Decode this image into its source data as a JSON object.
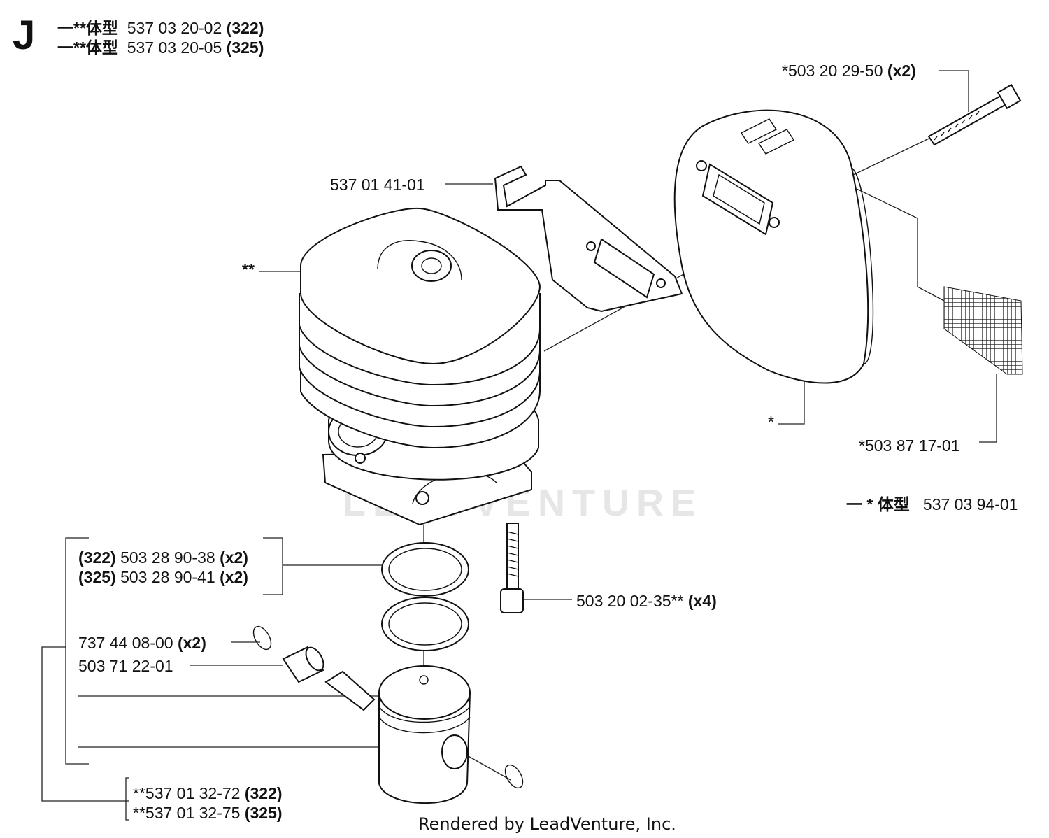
{
  "section_letter": "J",
  "header": {
    "row1": {
      "prefix": "一**体型",
      "part": "537 03 20-02",
      "model": "(322)"
    },
    "row2": {
      "prefix": "一**体型",
      "part": "537 03 20-05",
      "model": "(325)"
    }
  },
  "callouts": {
    "bolt_top": {
      "part": "*503 20 29-50",
      "qty": "(x2)"
    },
    "bracket": {
      "part": "537 01 41-01"
    },
    "cylinder_mark": {
      "text": "**"
    },
    "muffler_mark": {
      "text": "*"
    },
    "screen": {
      "part": "*503 87 17-01"
    },
    "muffler_kit": {
      "prefix": "一 * 体型",
      "part": "537 03 94-01"
    },
    "rings": [
      {
        "model": "(322)",
        "part": "503 28 90-38",
        "qty": "(x2)"
      },
      {
        "model": "(325)",
        "part": "503 28 90-41",
        "qty": "(x2)"
      }
    ],
    "cyl_screw": {
      "part": "503 20 02-35**",
      "qty": "(x4)"
    },
    "circlip": {
      "part": "737 44 08-00",
      "qty": "(x2)"
    },
    "needle_bearing": {
      "part": "503 71 22-01"
    },
    "piston_kit": [
      {
        "part": "**537 01 32-72",
        "model": "(322)"
      },
      {
        "part": "**537 01 32-75",
        "model": "(325)"
      }
    ]
  },
  "watermark": "LEADVENTURE",
  "footer": "Rendered by LeadVenture, Inc."
}
